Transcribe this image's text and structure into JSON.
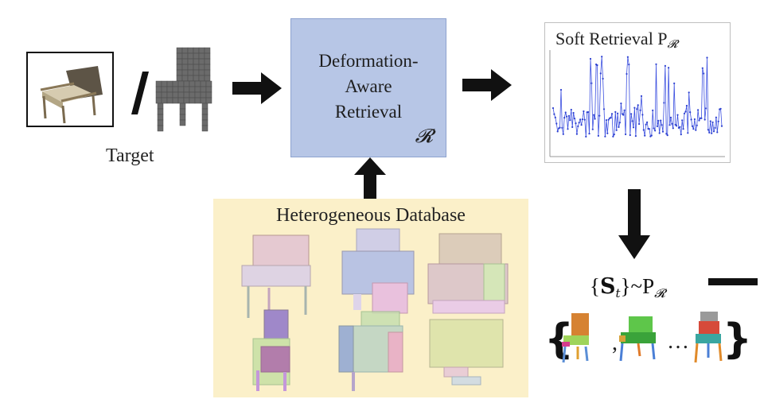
{
  "target": {
    "label": "Target",
    "separator": "/"
  },
  "retrieval": {
    "lines": [
      "Deformation-",
      "Aware",
      "Retrieval"
    ],
    "symbol": "𝓡"
  },
  "soft_retrieval": {
    "title": "Soft Retrieval P",
    "title_sub": "𝓡"
  },
  "database": {
    "title": "Heterogeneous Database"
  },
  "sampled_set": {
    "open_brace": "{",
    "symbol": "S",
    "symbol_sub": "t",
    "close_brace": "}",
    "relation": "~P",
    "relation_sub": "𝓡",
    "list_open": "{",
    "list_sep": ",",
    "list_ellipsis": "…",
    "list_close": "}"
  },
  "colors": {
    "retrieval_box": "#b7c6e6",
    "database_panel": "#fbf0c9",
    "plot_line": "#3b4fe0",
    "arrow": "#111111"
  }
}
